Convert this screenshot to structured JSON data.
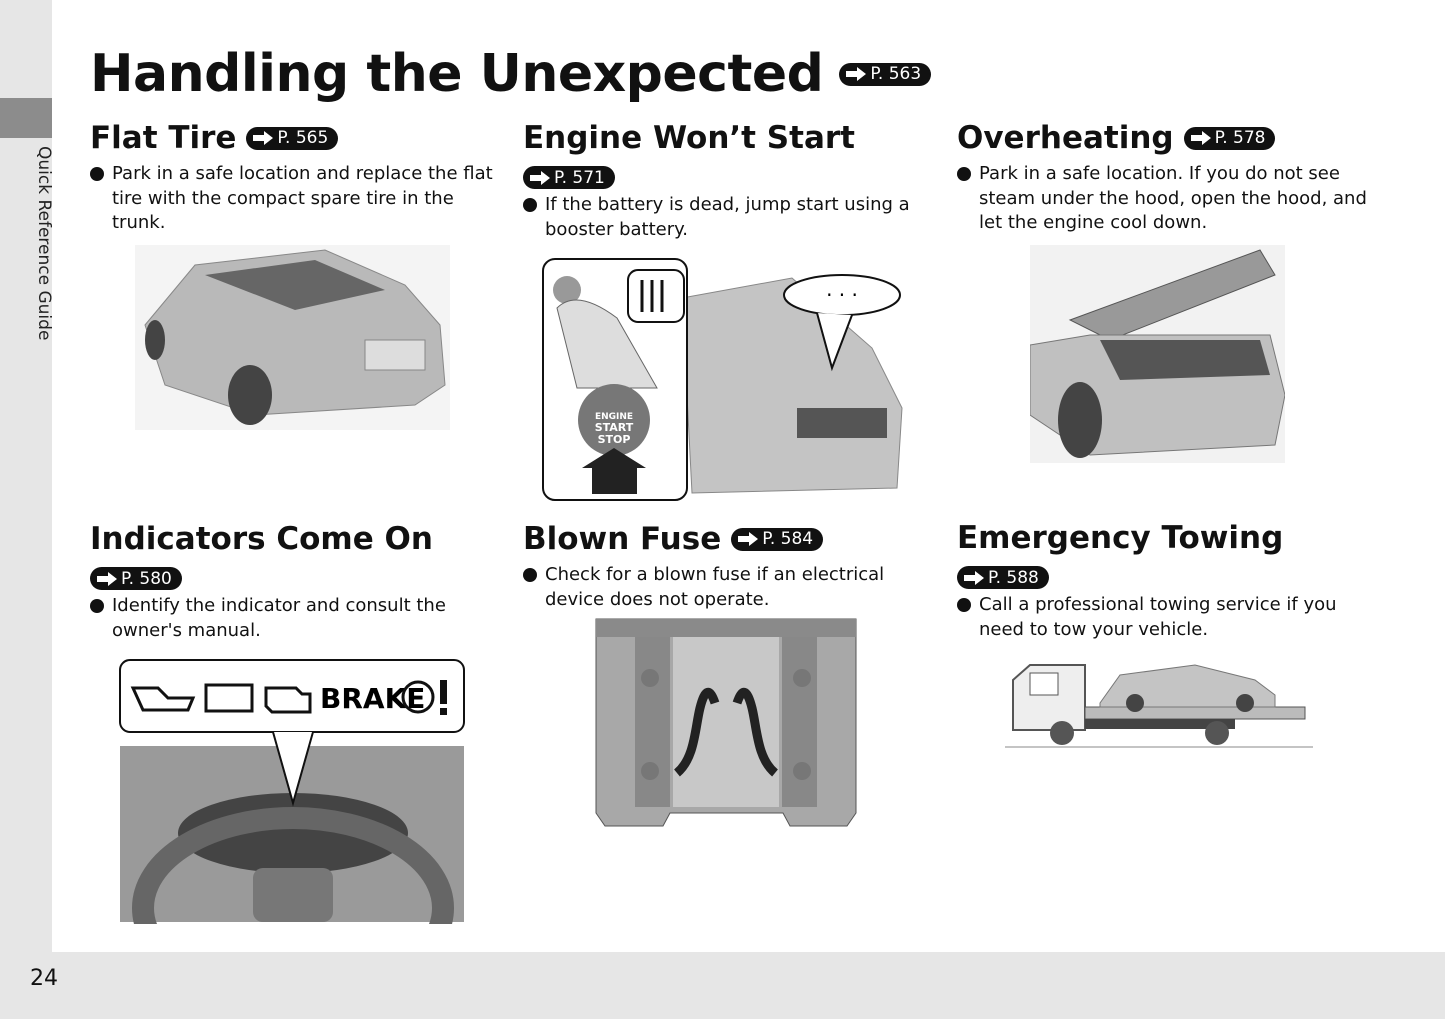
{
  "sidebar": {
    "label": "Quick Reference Guide"
  },
  "page_number": "24",
  "title": {
    "text": "Handling the Unexpected",
    "ref": "P. 563"
  },
  "sections": [
    {
      "heading": "Flat Tire",
      "ref": "P. 565",
      "bullet": "Park in a safe location and replace the flat tire with the compact spare tire in the trunk."
    },
    {
      "heading": "Engine Won’t Start",
      "ref": "P. 571",
      "bullet": "If the battery is dead, jump start using a booster battery."
    },
    {
      "heading": "Overheating",
      "ref": "P. 578",
      "bullet": "Park in a safe location. If you do not see steam under the hood, open the hood, and let the engine cool down."
    },
    {
      "heading": "Indicators Come On",
      "ref": "P. 580",
      "bullet": "Identify the indicator and consult the owner's manual."
    },
    {
      "heading": "Blown Fuse",
      "ref": "P. 584",
      "bullet": "Check for a blown fuse if an electrical device does not operate."
    },
    {
      "heading": "Emergency Towing",
      "ref": "P. 588",
      "bullet": "Call a professional towing service if you need to tow your vehicle."
    }
  ],
  "illustrations": {
    "start_button": [
      "ENGINE",
      "START",
      "STOP"
    ],
    "speech": "· · ·",
    "brake": "BRAKE"
  }
}
